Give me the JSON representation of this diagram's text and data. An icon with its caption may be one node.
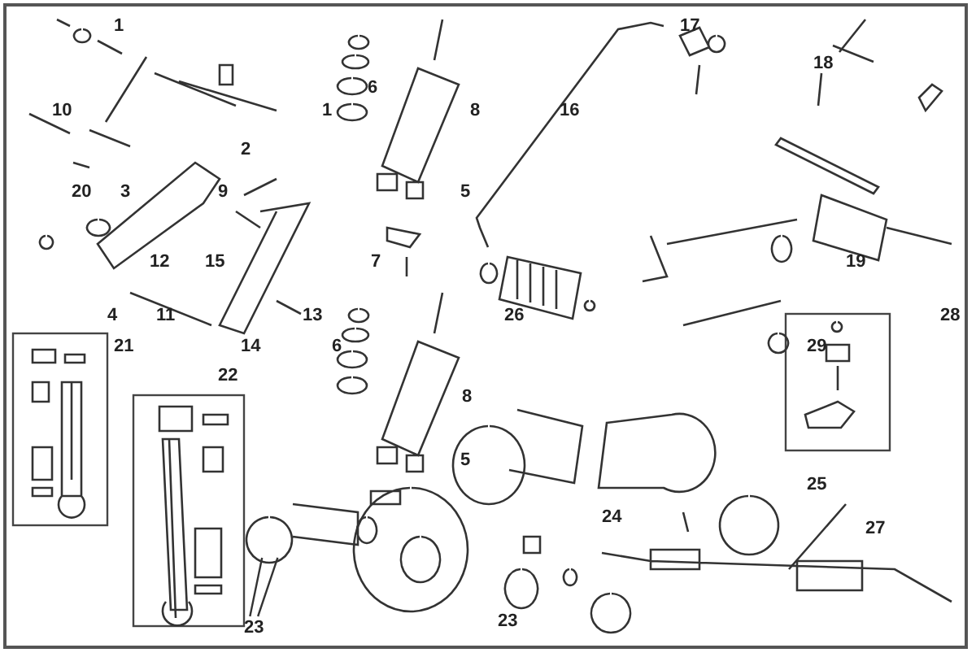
{
  "diagram": {
    "nodes": [
      {
        "text": [
          "23"
        ]
      },
      {
        "text": [],
        "shape": "picture"
      }
    ],
    "edges": [
      {
        "from": 0,
        "to": 1,
        "arrow": "none"
      },
      {
        "from": 0,
        "to": 1,
        "arrow": "none"
      }
    ],
    "labels": [
      "1",
      "17",
      "18",
      "6",
      "10",
      "1",
      "8",
      "16",
      "2",
      "20",
      "3",
      "9",
      "5",
      "12",
      "15",
      "7",
      "19",
      "4",
      "11",
      "13",
      "26",
      "28",
      "21",
      "14",
      "6",
      "29",
      "22",
      "8",
      "5",
      "24",
      "25",
      "27",
      "23"
    ]
  }
}
